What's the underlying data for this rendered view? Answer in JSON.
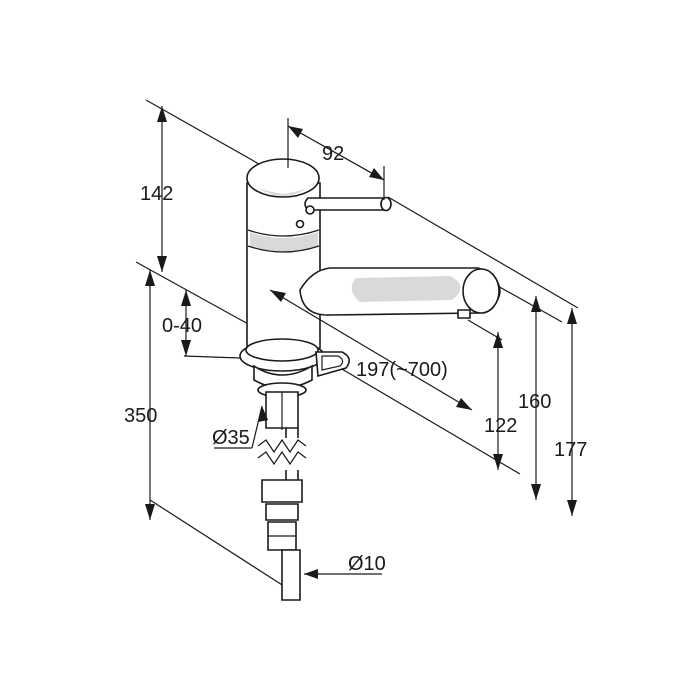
{
  "dimensions": {
    "overall_height": "142",
    "lever_reach": "92",
    "adjustable_height": "0-40",
    "spout_reach": "197(~700)",
    "deck_to_tap_height": "350",
    "hole_diameter": "Ø35",
    "spout_outlet_height": "122",
    "spout_top_height": "160",
    "max_height": "177",
    "hose_diameter": "Ø10"
  },
  "colors": {
    "line": "#1a1a1a",
    "shade": "#d9d9d9",
    "background": "#ffffff"
  }
}
